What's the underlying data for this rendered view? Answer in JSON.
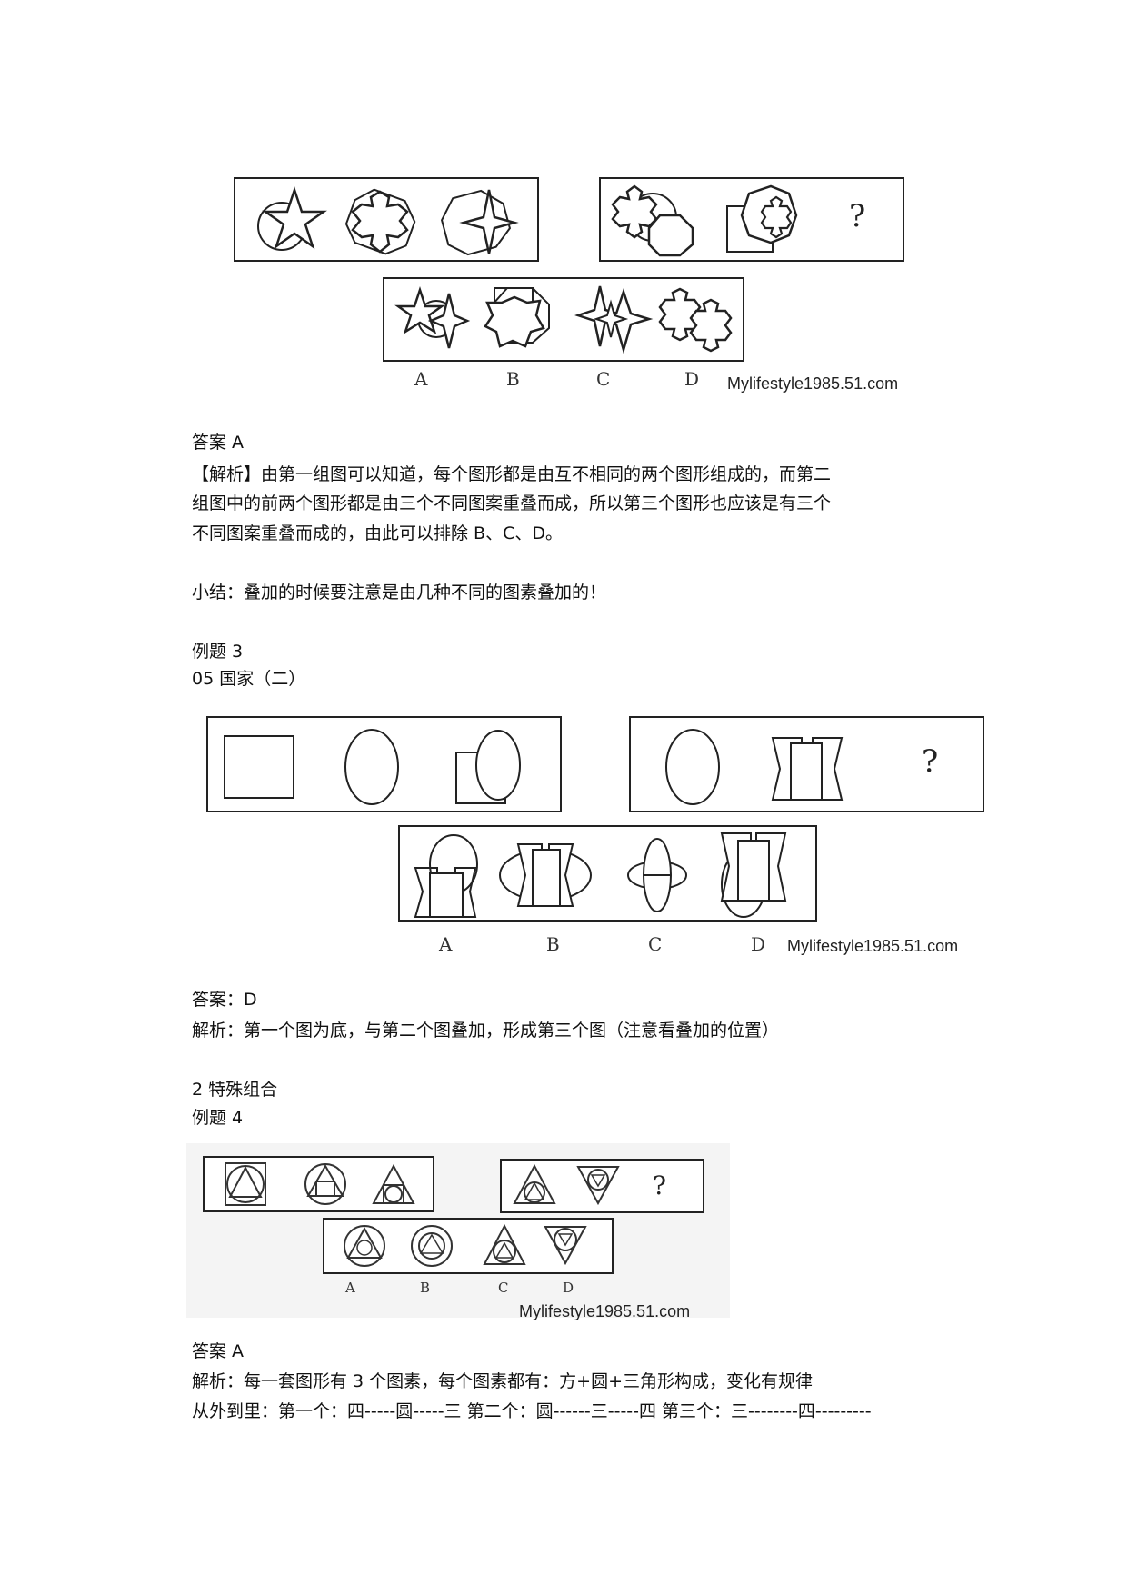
{
  "figure1": {
    "option_labels": [
      "A",
      "B",
      "C",
      "D"
    ],
    "question_mark": "?",
    "watermark": "Mylifestyle1985.51.com"
  },
  "text1": {
    "answer": "答案 A",
    "analysis_l1": "【解析】由第一组图可以知道，每个图形都是由互不相同的两个图形组成的，而第二",
    "analysis_l2": "组图中的前两个图形都是由三个不同图案重叠而成，所以第三个图形也应该是有三个",
    "analysis_l3": "不同图案重叠而成的，由此可以排除 B、C、D。",
    "summary": "小结：叠加的时候要注意是由几种不同的图素叠加的！",
    "example3": "例题 3",
    "source": "05 国家（二）"
  },
  "figure2": {
    "option_labels": [
      "A",
      "B",
      "C",
      "D"
    ],
    "question_mark": "?",
    "watermark": "Mylifestyle1985.51.com"
  },
  "text2": {
    "answer": "答案：D",
    "analysis": "解析：第一个图为底，与第二个图叠加，形成第三个图（注意看叠加的位置）",
    "section": "2 特殊组合",
    "example4": "例题 4"
  },
  "figure3": {
    "option_labels": [
      "A",
      "B",
      "C",
      "D"
    ],
    "question_mark": "?",
    "watermark": "Mylifestyle1985.51.com"
  },
  "text3": {
    "answer": "答案 A",
    "analysis": "解析：每一套图形有 3 个图素，每个图素都有：方+圆+三角形构成，变化有规律",
    "order": "从外到里：第一个：四-----圆-----三  第二个：圆------三-----四  第三个：三--------四---------"
  }
}
